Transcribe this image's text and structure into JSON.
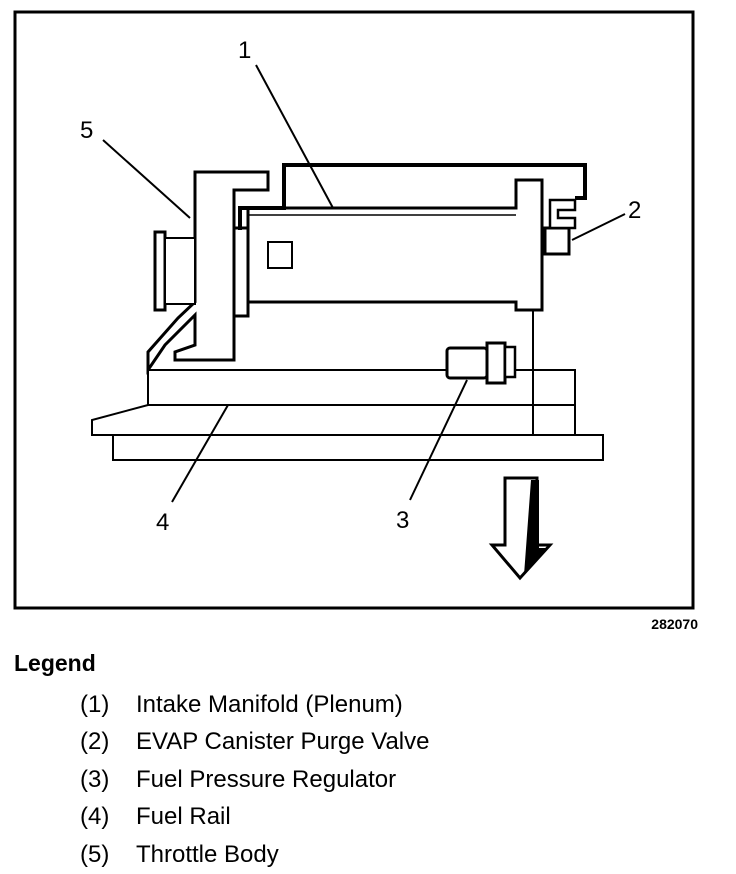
{
  "diagram": {
    "figure_id": "282070",
    "callouts": [
      "1",
      "2",
      "3",
      "4",
      "5"
    ]
  },
  "legend": {
    "title": "Legend",
    "items": [
      {
        "num": "(1)",
        "label": "Intake Manifold (Plenum)"
      },
      {
        "num": "(2)",
        "label": "EVAP Canister Purge Valve"
      },
      {
        "num": "(3)",
        "label": "Fuel Pressure Regulator"
      },
      {
        "num": "(4)",
        "label": "Fuel Rail"
      },
      {
        "num": "(5)",
        "label": "Throttle Body"
      }
    ]
  }
}
